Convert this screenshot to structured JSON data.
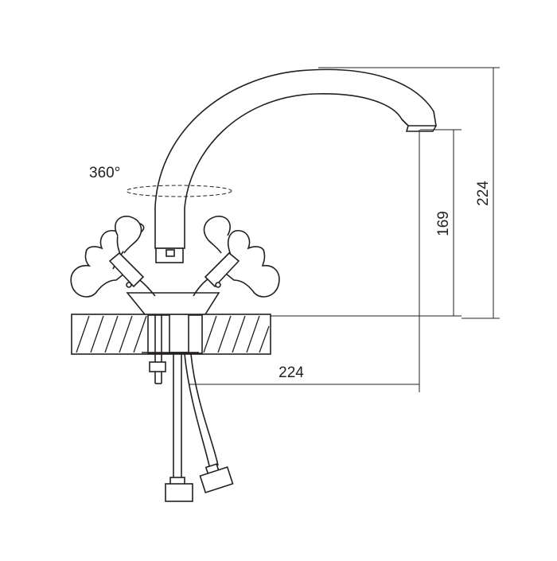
{
  "labels": {
    "rotation": "360°",
    "spout_height": "169",
    "total_height": "224",
    "spout_reach": "224"
  },
  "colors": {
    "line": "#231f20",
    "background": "#ffffff"
  }
}
